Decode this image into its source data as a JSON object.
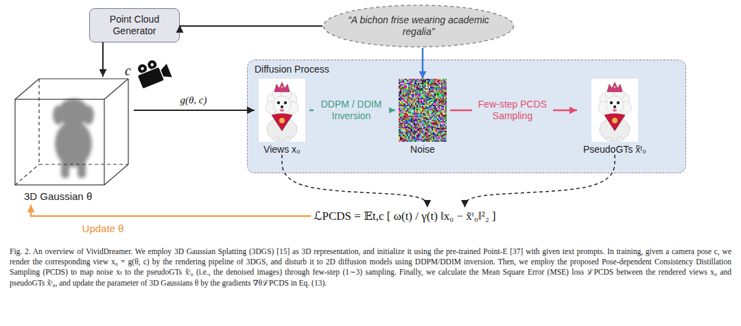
{
  "diagram": {
    "caption": "Fig. 2.   An overview of VividDreamer. We employ 3D Gaussian Splatting (3DGS) [15] as 3D representation, and initialize it using the pre-trained Point-E [37] with given text prompts. In training, given a camera pose c, we render the corresponding view x₀ = g(θ, c) by the rendering pipeline of 3DGS, and disturb it to 2D diffusion models using DDPM/DDIM inversion. Then, we employ the proposed Pose-dependent Consistency Distillation Sampling (PCDS) to map noise xₜ to the pseudoGTs x̃ᵗ₀ (i.e., the denoised images) through few-step (1∼3) sampling. Finally, we calculate the Mean Square Error (MSE) loss ℒPCDS between the rendered views x₀ and pseudoGTs x̃ᵗ₀, and update the parameter of 3D Gaussians θ by the gradients ∇θℒPCDS in Eq. (13).",
    "nodes": [
      {
        "text": [
          "Point Cloud Generator"
        ]
      },
      {
        "text": [
          "“A bichon frise wearing academic regalia”"
        ]
      },
      {
        "text": [
          "3D Gaussian θ"
        ]
      },
      {
        "text": [
          "Diffusion Process"
        ]
      },
      {
        "text": [
          "Views x₀"
        ],
        "in": 3
      },
      {
        "text": [
          "Noise"
        ],
        "in": 3
      },
      {
        "text": [
          "PseudoGTs x̃ᵗ₀"
        ],
        "in": 3
      },
      {
        "text": [
          "ℒPCDS = 𝔼t,c [ ω(t) / γ(t) ‖x₀ − x̃ᵗ₀‖²₂ ]"
        ]
      }
    ],
    "edges": [
      {
        "from": 1,
        "to": 0,
        "arrow": "to"
      },
      {
        "from": 0,
        "to": 2,
        "arrow": "to"
      },
      {
        "from": 1,
        "to": 5,
        "arrow": "to"
      },
      {
        "from": 2,
        "to": 4,
        "label": "g(θ, c)",
        "arrow": "to"
      },
      {
        "from": 4,
        "to": 5,
        "label": "DDPM / DDIM Inversion",
        "arrow": "to"
      },
      {
        "from": 5,
        "to": 6,
        "label": "Few-step PCDS Sampling",
        "arrow": "to"
      },
      {
        "from": 4,
        "to": 7,
        "arrow": "to"
      },
      {
        "from": 6,
        "to": 7,
        "arrow": "to"
      },
      {
        "from": 7,
        "to": 2,
        "label": "Update θ",
        "arrow": "to"
      }
    ],
    "labels": [
      "c"
    ]
  }
}
